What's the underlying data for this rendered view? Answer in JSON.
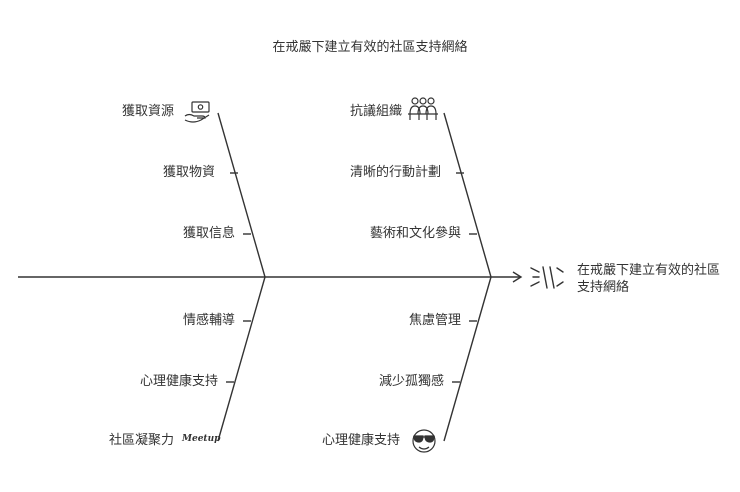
{
  "title": "在戒嚴下建立有效的社區支持網絡",
  "effect_label": "在戒嚴下建立有效的社區支持網絡",
  "branches": {
    "top_left": [
      "獲取資源",
      "獲取物資",
      "獲取信息"
    ],
    "top_right": [
      "抗議組織",
      "清晰的行動計劃",
      "藝術和文化參與"
    ],
    "bottom_left": [
      "情感輔導",
      "心理健康支持",
      "社區凝聚力"
    ],
    "bottom_right": [
      "焦慮管理",
      "減少孤獨感",
      "心理健康支持"
    ]
  },
  "icons": {
    "resources": "money-hand-icon",
    "protest": "group-people-icon",
    "cohesion": "meetup-logo-icon",
    "mental_health": "sunglasses-face-icon",
    "effect": "spark-lines-icon"
  },
  "meetup_text": "Meetup",
  "colors": {
    "line": "#333333",
    "text": "#333333",
    "background": "#ffffff"
  }
}
